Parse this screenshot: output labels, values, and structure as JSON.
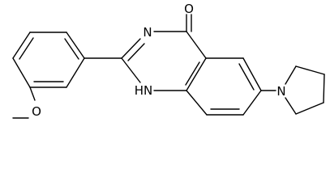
{
  "molecule": {
    "colors": {
      "bond": "#000000",
      "label": "#000000",
      "background": "#ffffff"
    },
    "atoms": {
      "carbonyl_oxygen": "O",
      "ring_nitrogen_n3": "N",
      "ring_nitrogen_n1": "H\nN",
      "pyrrolidine_nitrogen": "N",
      "methoxy_oxygen": "O"
    }
  }
}
